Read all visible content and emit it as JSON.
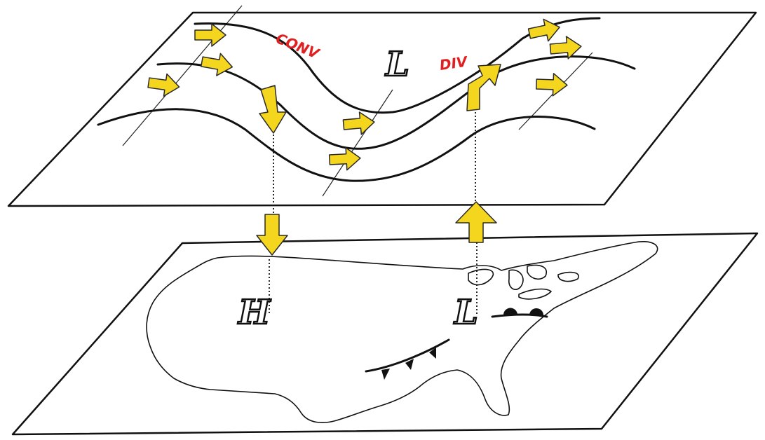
{
  "upper_level": {
    "convergence_label": "CONV",
    "divergence_label": "DIV",
    "low_symbol": "L"
  },
  "surface": {
    "high_symbol": "H",
    "low_symbol": "L"
  },
  "colors": {
    "flow_arrow": "#f5d61e",
    "ink": "#111111",
    "label_red": "#e02020"
  },
  "icons": {
    "flow": "arrow-icon",
    "vertical_motion": "vertical-arrow-icon",
    "cold_front": "cold-front-icon",
    "warm_front": "warm-front-icon"
  }
}
